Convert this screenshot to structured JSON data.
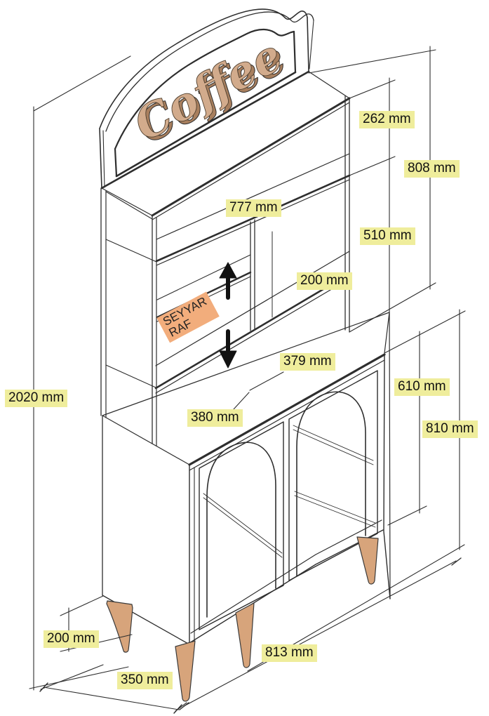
{
  "drawing": {
    "sign_text": "Coffee",
    "movable_shelf_label_line1": "SEYYAR",
    "movable_shelf_label_line2": "RAF",
    "labels": {
      "top_shelf_height": "262 mm",
      "hutch_height": "808 mm",
      "inner_width": "777 mm",
      "middle_compartment_height": "510 mm",
      "slot_height": "200 mm",
      "right_compartment_width": "379 mm",
      "lower_cabinet_height": "610 mm",
      "lower_total_height": "810 mm",
      "total_height": "2020 mm",
      "left_compartment_width": "380 mm",
      "leg_height": "200 mm",
      "cabinet_width": "813 mm",
      "cabinet_depth": "350 mm"
    },
    "colors": {
      "highlight": "#efed9c",
      "shelf_highlight": "#f2ad7c",
      "wood": "#d7a47b",
      "sign_text_fill": "#d2ab8c",
      "line": "#2e2e2e"
    }
  }
}
